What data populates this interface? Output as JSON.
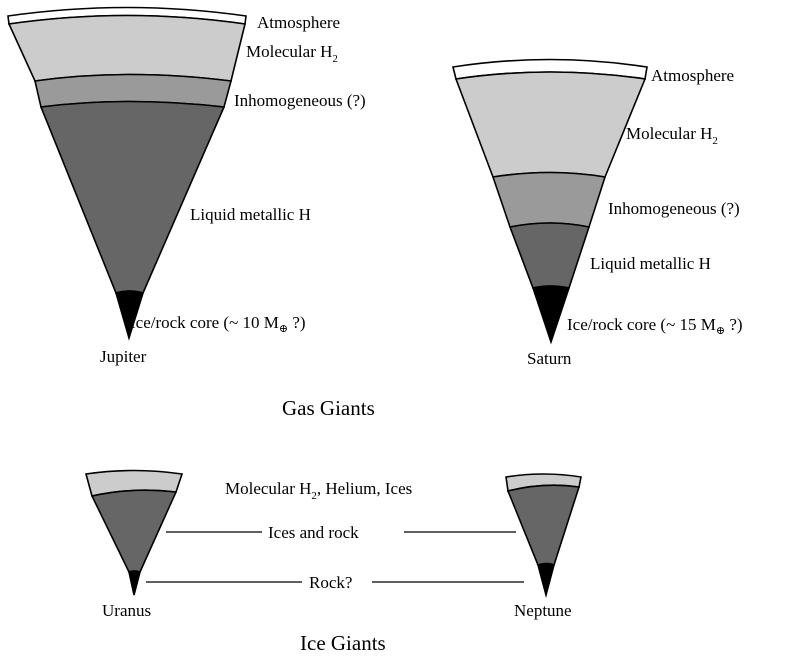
{
  "colors": {
    "atmosphere": "#ffffff",
    "molecular": "#cccccc",
    "inhomogeneous": "#9a9a9a",
    "metallic": "#666666",
    "ice_rock": "#666666",
    "core": "#000000",
    "outline": "#000000"
  },
  "gas_giants": {
    "section_label": "Gas Giants",
    "jupiter": {
      "name": "Jupiter",
      "atmosphere": "Atmosphere",
      "molecular": "Molecular H",
      "molecular_sub": "2",
      "inhomogeneous": "Inhomogeneous (?)",
      "metallic": "Liquid metallic H",
      "core_prefix": "Ice/rock core (~ 10 M",
      "core_sub": "⊕",
      "core_suffix": " ?)"
    },
    "saturn": {
      "name": "Saturn",
      "atmosphere": "Atmosphere",
      "molecular": "Molecular H",
      "molecular_sub": "2",
      "inhomogeneous": "Inhomogeneous (?)",
      "metallic": "Liquid metallic H",
      "core_prefix": "Ice/rock core (~ 15 M",
      "core_sub": "⊕",
      "core_suffix": " ?)"
    }
  },
  "ice_giants": {
    "section_label": "Ice Giants",
    "uranus": {
      "name": "Uranus"
    },
    "neptune": {
      "name": "Neptune"
    },
    "outer_prefix": "Molecular H",
    "outer_sub": "2",
    "outer_suffix": ", Helium, Ices",
    "middle": "Ices and rock",
    "core": "Rock?"
  }
}
